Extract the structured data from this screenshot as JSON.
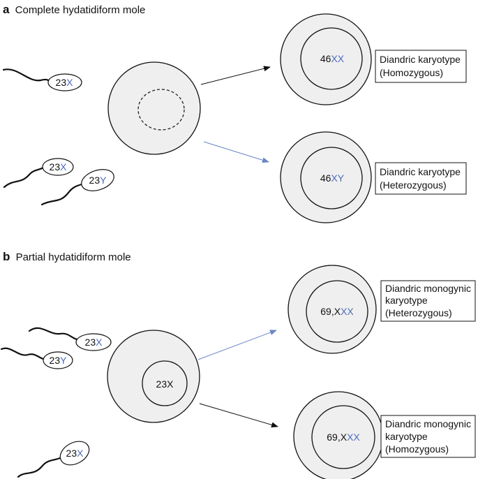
{
  "panel_a": {
    "letter": "a",
    "title": "Complete hydatidiform mole",
    "sperm": [
      {
        "num": "23",
        "sex": "X"
      },
      {
        "num": "23",
        "sex": "X"
      },
      {
        "num": "23",
        "sex": "Y"
      }
    ],
    "result_top": {
      "num": "46",
      "sex": "XX",
      "label_line1": "Diandric karyotype",
      "label_line2": "(Homozygous)"
    },
    "result_bottom": {
      "num": "46",
      "sex": "XY",
      "label_line1": "Diandric karyotype",
      "label_line2": "(Heterozygous)"
    }
  },
  "panel_b": {
    "letter": "b",
    "title": "Partial hydatidiform mole",
    "sperm": [
      {
        "num": "23",
        "sex": "X"
      },
      {
        "num": "23",
        "sex": "Y"
      },
      {
        "num": "23",
        "sex": "X"
      }
    ],
    "egg_nucleus": "23X",
    "result_top": {
      "prefix": "69,X",
      "sex": "XX",
      "label_line1": "Diandric monogynic",
      "label_line2": "karyotype",
      "label_line3": "(Heterozygous)"
    },
    "result_bottom": {
      "prefix": "69,X",
      "sex": "XX",
      "label_line1": "Diandric monogynic",
      "label_line2": "karyotype",
      "label_line3": "(Homozygous)"
    }
  },
  "colors": {
    "accent_blue": "#4a6cc0",
    "cell_fill": "#efefef",
    "arrow_blue": "#6a86c4"
  }
}
